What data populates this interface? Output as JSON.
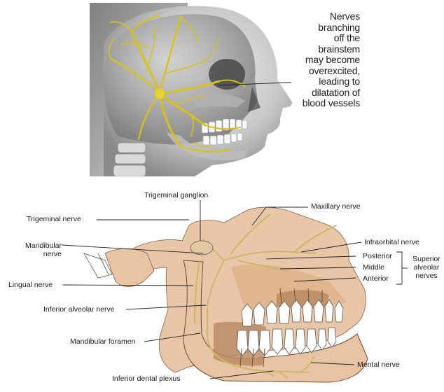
{
  "figure_top": {
    "caption_lines": [
      "Nerves",
      "branching",
      "off the",
      "brainstem",
      "may become",
      "overexcited,",
      "leading to",
      "dilatation of",
      "blood vessels"
    ],
    "nerve_color": "#d8c21a"
  },
  "figure_bottom": {
    "labels": {
      "trigeminal_ganglion": "Trigeminal ganglion",
      "maxillary_nerve": "Maxillary nerve",
      "trigeminal_nerve": "Trigeminal nerve",
      "infraorbital_nerve": "Infraorbital nerve",
      "mandibular_nerve_1": "Mandibular",
      "mandibular_nerve_2": "nerve",
      "posterior": "Posterior",
      "middle": "Middle",
      "anterior": "Anterior",
      "superior_1": "Superior",
      "superior_2": "alveolar",
      "superior_3": "nerves",
      "lingual_nerve": "Lingual nerve",
      "inferior_alveolar_nerve": "Inferior alveolar nerve",
      "mandibular_foramen": "Mandibular foramen",
      "mental_nerve": "Mental nerve",
      "inferior_dental_plexus": "Inferior dental plexus"
    },
    "bone_color": "#e8c4a4",
    "nerve_color": "#c9b96a"
  }
}
